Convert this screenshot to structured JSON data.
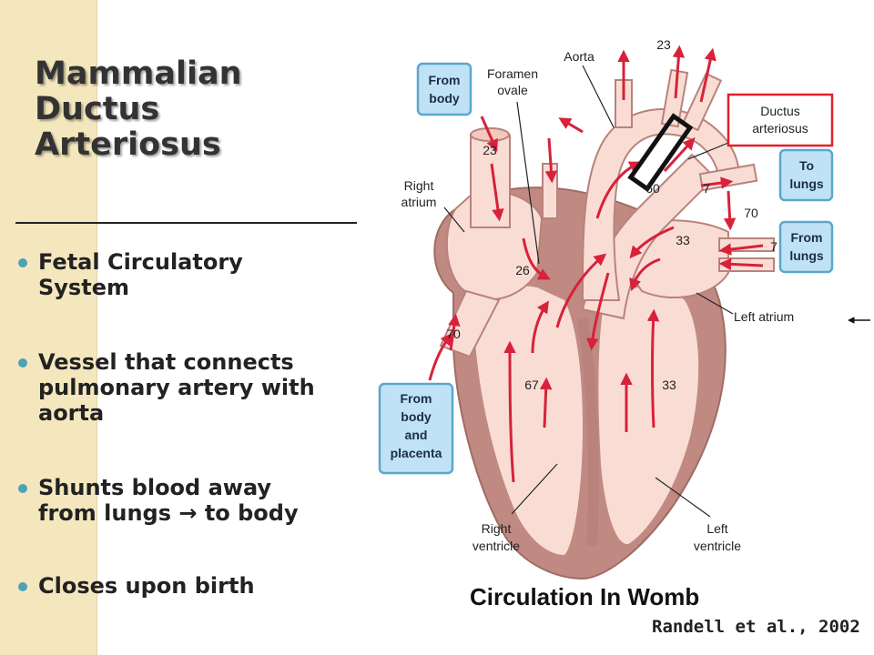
{
  "slide": {
    "title_lines": [
      "Mammalian",
      "Ductus",
      "Arteriosus"
    ],
    "bullets": [
      [
        "Fetal Circulatory",
        "System"
      ],
      [
        "Vessel that connects",
        "pulmonary artery with",
        "aorta"
      ],
      [
        "Shunts blood away",
        "from lungs → to body"
      ],
      [
        "Closes upon birth"
      ]
    ],
    "caption": "Circulation In Womb",
    "credit": "Randell et al., 2002"
  },
  "diagram": {
    "labels": {
      "foramen_ovale": [
        "Foramen",
        "ovale"
      ],
      "aorta": "Aorta",
      "right_atrium": [
        "Right",
        "atrium"
      ],
      "ductus_arteriosus": [
        "Ductus",
        "arteriosus"
      ],
      "left_atrium": "Left atrium",
      "right_ventricle": [
        "Right",
        "ventricle"
      ],
      "left_ventricle": [
        "Left",
        "ventricle"
      ]
    },
    "boxes": {
      "from_body": [
        "From",
        "body"
      ],
      "to_lungs": [
        "To",
        "lungs"
      ],
      "from_lungs": [
        "From",
        "lungs"
      ],
      "from_body_placenta": [
        "From",
        "body",
        "and",
        "placenta"
      ]
    },
    "numbers": {
      "top": "23",
      "svc": "23",
      "ra": "26",
      "ivc": "70",
      "rv": "67",
      "lv": "33",
      "la": "33",
      "pa_left": "60",
      "pa_right": "7",
      "pv_top": "70",
      "pv_right": "7"
    },
    "colors": {
      "arrow": "#d8213a",
      "box_fill": "#bfe2f4",
      "box_stroke": "#5aa7cf",
      "heart_fill": "#f9ddd5",
      "heart_wall": "#b9827c",
      "highlight": "#e0202a"
    }
  }
}
